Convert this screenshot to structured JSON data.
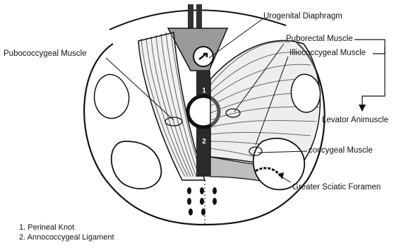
{
  "labels": {
    "urogenital_diaphragm": "Urogenital Diaphragm",
    "pubococcygeal_muscle": "Pubococcygeal Muscle",
    "puborectal_muscle": "Puborectal Muscle",
    "iliococcygeal_muscle": "Illiococcygeal Muscle",
    "levator_ani_muscle": "Levator Animuscle",
    "coccygeal_muscle": "coccygeal Muscle",
    "greater_sciatic_foramen": "Greater Sciatic Foramen"
  },
  "markers": {
    "one": "1",
    "two": "2"
  },
  "legend": {
    "item1": "1. Perineal Knot",
    "item2": "2. Annococcygeal  Ligament"
  }
}
